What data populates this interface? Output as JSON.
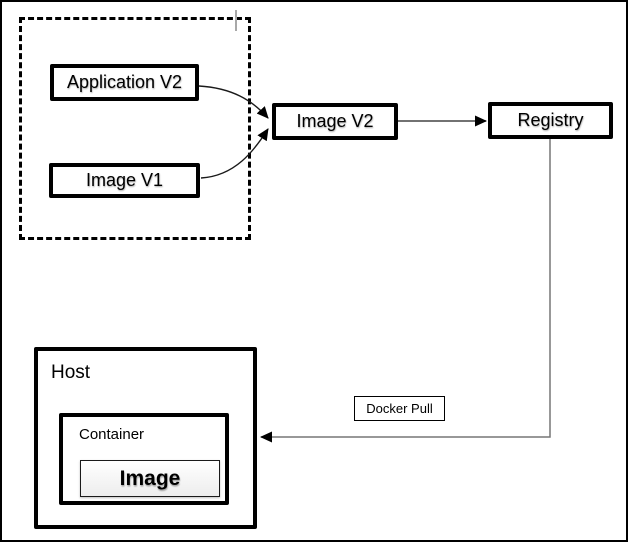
{
  "diagram": {
    "nodes": {
      "application_v2": {
        "label": "Application V2"
      },
      "image_v1": {
        "label": "Image V1"
      },
      "image_v2": {
        "label": "Image V2"
      },
      "registry": {
        "label": "Registry"
      },
      "host": {
        "label": "Host"
      },
      "container": {
        "label": "Container"
      },
      "image": {
        "label": "Image"
      }
    },
    "edge_labels": {
      "docker_pull": "Docker Pull"
    },
    "colors": {
      "node_border": "#000000",
      "curve_stroke": "#1a1a1a",
      "push_arrow_stroke": "#444444",
      "pull_connector_stroke": "#777777",
      "arrowhead_fill": "#000000",
      "background": "#ffffff"
    }
  }
}
